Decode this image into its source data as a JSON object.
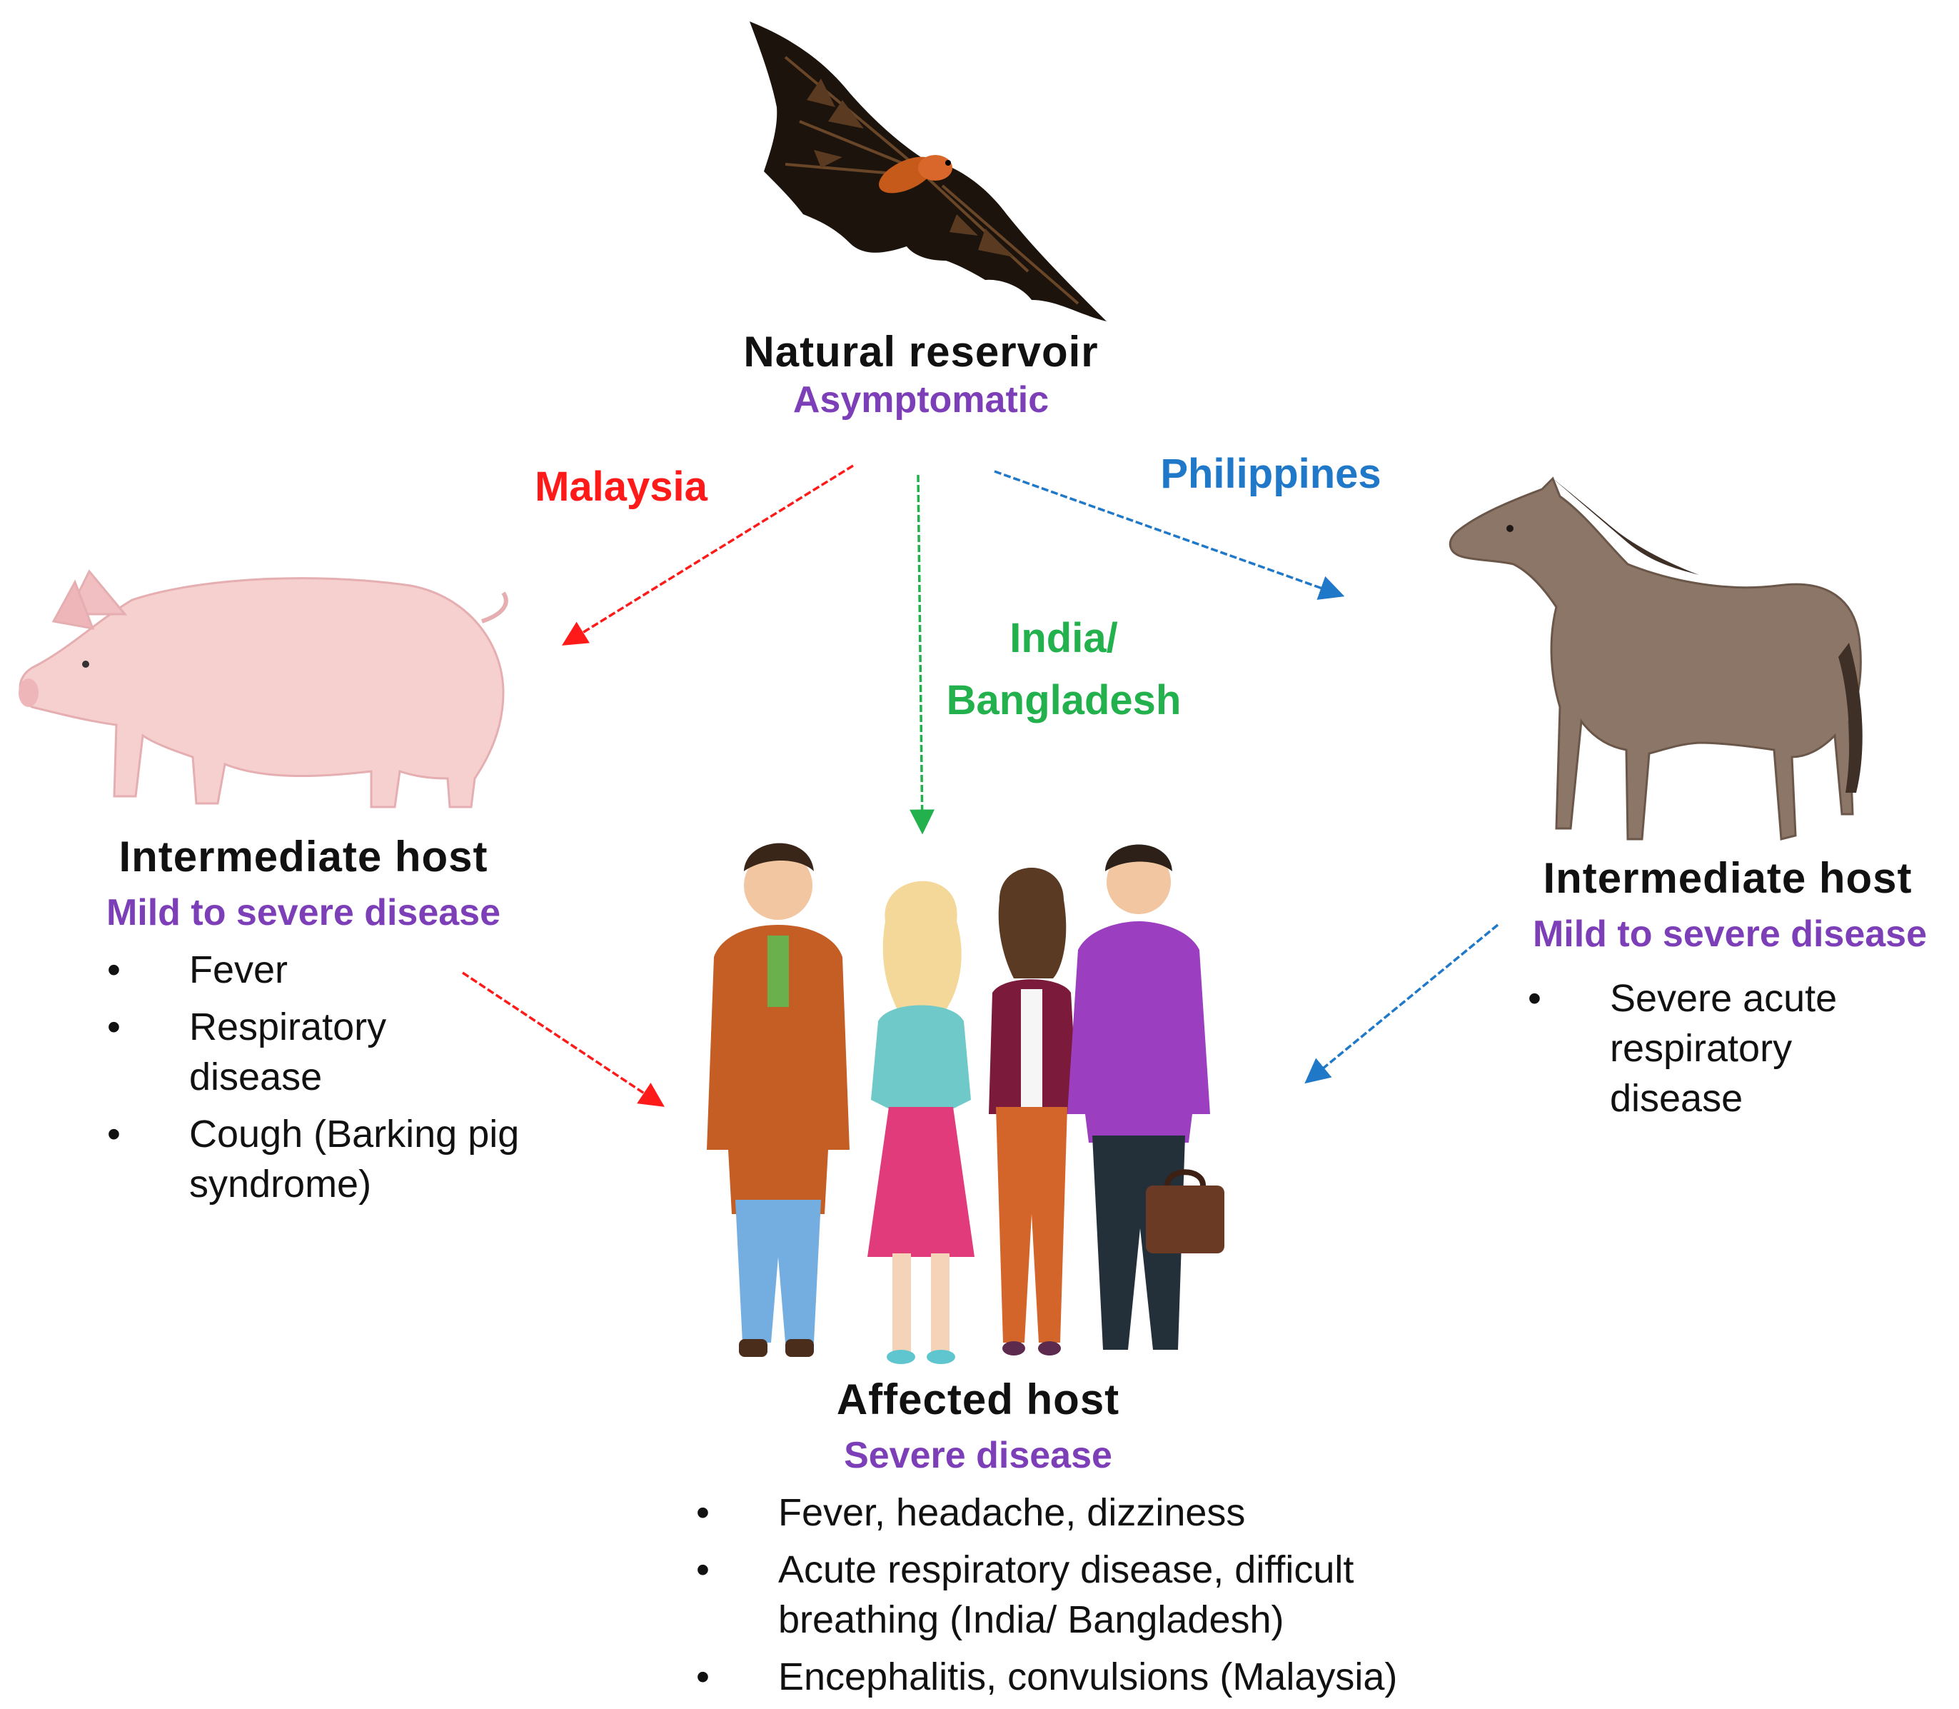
{
  "colors": {
    "malaysia": "#ff1a1a",
    "philippines": "#1f78c8",
    "india": "#22b14c",
    "purple": "#7d3fb8",
    "text": "#111111"
  },
  "reservoir": {
    "icon": "bat-icon",
    "title": "Natural reservoir",
    "status": "Asymptomatic"
  },
  "routes": {
    "malaysia": "Malaysia",
    "philippines": "Philippines",
    "india_line1": "India/",
    "india_line2": "Bangladesh"
  },
  "pig_host": {
    "icon": "pig-icon",
    "title": "Intermediate host",
    "status": "Mild to severe disease",
    "symptoms": [
      "Fever",
      "Respiratory disease",
      "Cough (Barking pig syndrome)"
    ]
  },
  "horse_host": {
    "icon": "horse-icon",
    "title": "Intermediate host",
    "status": "Mild to severe disease",
    "symptoms": [
      "Severe acute respiratory disease"
    ]
  },
  "affected_host": {
    "icon": "people-group-icon",
    "title": "Affected host",
    "status": "Severe disease",
    "symptoms": [
      "Fever, headache, dizziness",
      "Acute respiratory disease, difficult breathing (India/ Bangladesh)",
      "Encephalitis, convulsions (Malaysia)"
    ]
  }
}
